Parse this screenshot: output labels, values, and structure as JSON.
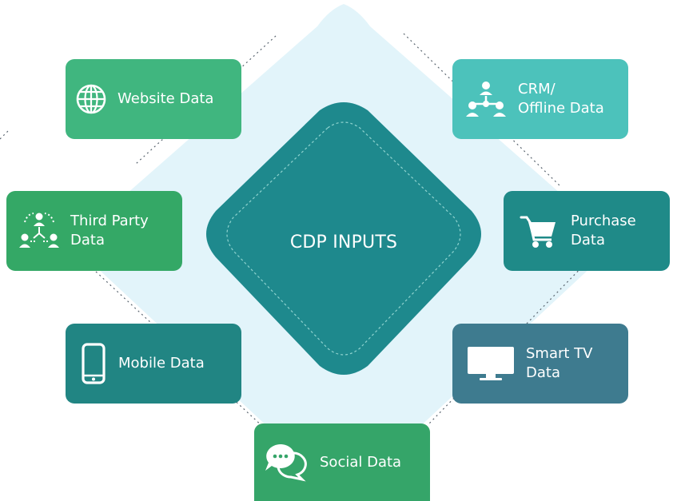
{
  "center": {
    "title": "CDP INPUTS"
  },
  "colors": {
    "background_diamond": "#e2f4fa",
    "center_diamond": "#1e898d",
    "dotted_line": "#5b6670",
    "inner_dashed": "#8fd3cf"
  },
  "inputs": [
    {
      "id": "website",
      "label": "Website Data",
      "icon": "globe-icon",
      "color": "#40b67f"
    },
    {
      "id": "crm",
      "label": "CRM/\nOffline Data",
      "icon": "org-chart-icon",
      "color": "#4cc2bb"
    },
    {
      "id": "third-party",
      "label": "Third Party\nData",
      "icon": "people-network-icon",
      "color": "#34a866"
    },
    {
      "id": "purchase",
      "label": "Purchase\nData",
      "icon": "shopping-cart-icon",
      "color": "#1f8a88"
    },
    {
      "id": "mobile",
      "label": "Mobile Data",
      "icon": "smartphone-icon",
      "color": "#218583"
    },
    {
      "id": "smart-tv",
      "label": "Smart TV\nData",
      "icon": "monitor-icon",
      "color": "#3e7b8f"
    },
    {
      "id": "social",
      "label": "Social Data",
      "icon": "chat-bubbles-icon",
      "color": "#35a569"
    }
  ]
}
